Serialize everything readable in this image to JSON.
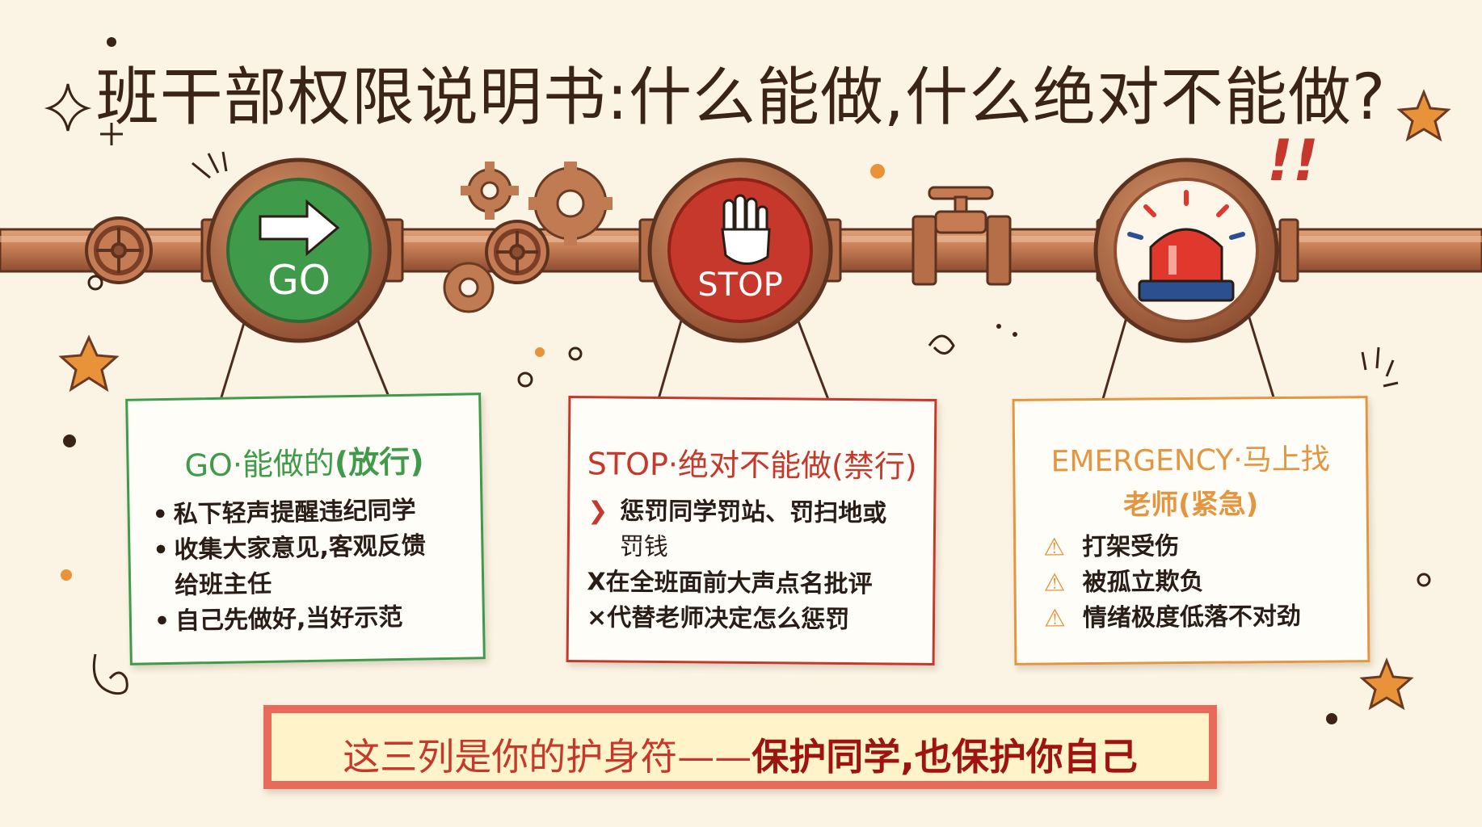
{
  "title": "班干部权限说明书:什么能做,什么绝对不能做?",
  "exclaim": "!!",
  "go": {
    "sign_label": "GO",
    "card_title_main": "GO·能做的",
    "card_title_bold": "(放行)",
    "items": [
      "私下轻声提醒违纪同学",
      "收集大家意见,客观反馈",
      "给班主任",
      "自己先做好,当好示范"
    ],
    "color": "#3f9a4a"
  },
  "stop": {
    "sign_label": "STOP",
    "card_title": "STOP·绝对不能做(禁行)",
    "items": [
      "惩罚同学罚站、罚扫地或",
      "罚钱",
      "X在全班面前大声点名批评",
      "×代替老师决定怎么惩罚"
    ],
    "color": "#c7382c"
  },
  "emergency": {
    "card_title_line1": "EMERGENCY·马上找",
    "card_title_line2": "老师(紧急)",
    "items": [
      "打架受伤",
      "被孤立欺负",
      "情绪极度低落不对劲"
    ],
    "color": "#e3963f"
  },
  "banner": {
    "text_main": "这三列是你的护身符——",
    "text_bold": "保护同学,也保护你自己"
  }
}
